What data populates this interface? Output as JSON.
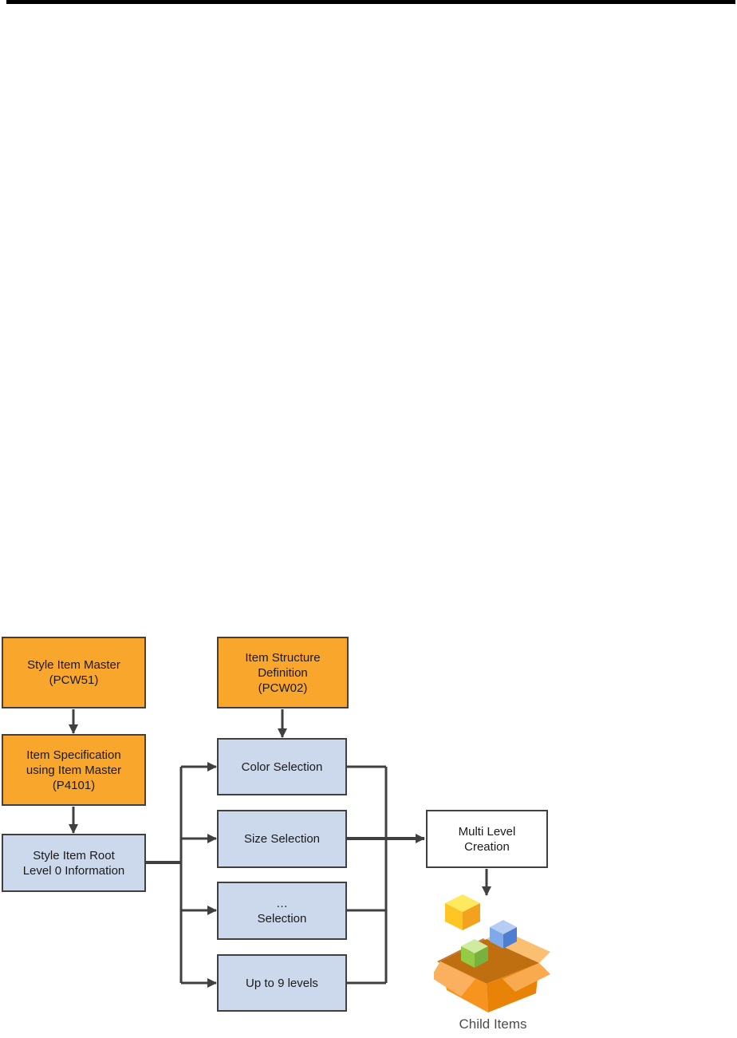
{
  "page": {
    "background": "#FFFFFF",
    "top_bar_color": "#000000"
  },
  "diagram": {
    "colors": {
      "node_orange_fill": "#F8A62C",
      "node_blue_fill": "#CCD9EC",
      "node_white_fill": "#FFFFFF",
      "node_border": "#404040",
      "connector": "#404040",
      "label_text": "#1A1A1A",
      "caption_text": "#4D4D4D",
      "icon_box_front": "#F6941F",
      "icon_box_side": "#E98307",
      "icon_box_interior": "#C06F10",
      "icon_flap": "#FBB060",
      "icon_cube_yellow": "#FFC524",
      "icon_cube_blue": "#4C7ED2",
      "icon_cube_green": "#94CB44"
    },
    "nodes": [
      {
        "id": "style-item-master",
        "type": "orange",
        "lines": [
          "Style Item Master",
          "(PCW51)"
        ]
      },
      {
        "id": "item-specification",
        "type": "orange",
        "lines": [
          "Item Specification",
          "using Item Master",
          "(P4101)"
        ]
      },
      {
        "id": "style-item-root",
        "type": "blue",
        "lines": [
          "Style Item Root",
          "Level 0 Information"
        ]
      },
      {
        "id": "item-structure-definition",
        "type": "orange",
        "lines": [
          "Item Structure",
          "Definition",
          "(PCW02)"
        ]
      },
      {
        "id": "color-selection",
        "type": "blue",
        "lines": [
          "Color Selection"
        ]
      },
      {
        "id": "size-selection",
        "type": "blue",
        "lines": [
          "Size Selection"
        ]
      },
      {
        "id": "ellipsis-selection",
        "type": "blue",
        "lines": [
          "…",
          "Selection"
        ]
      },
      {
        "id": "up-to-9-levels",
        "type": "blue",
        "lines": [
          "Up to 9 levels"
        ]
      },
      {
        "id": "multi-level-creation",
        "type": "white",
        "lines": [
          "Multi Level",
          "Creation"
        ]
      }
    ],
    "icon_caption": "Child Items"
  }
}
